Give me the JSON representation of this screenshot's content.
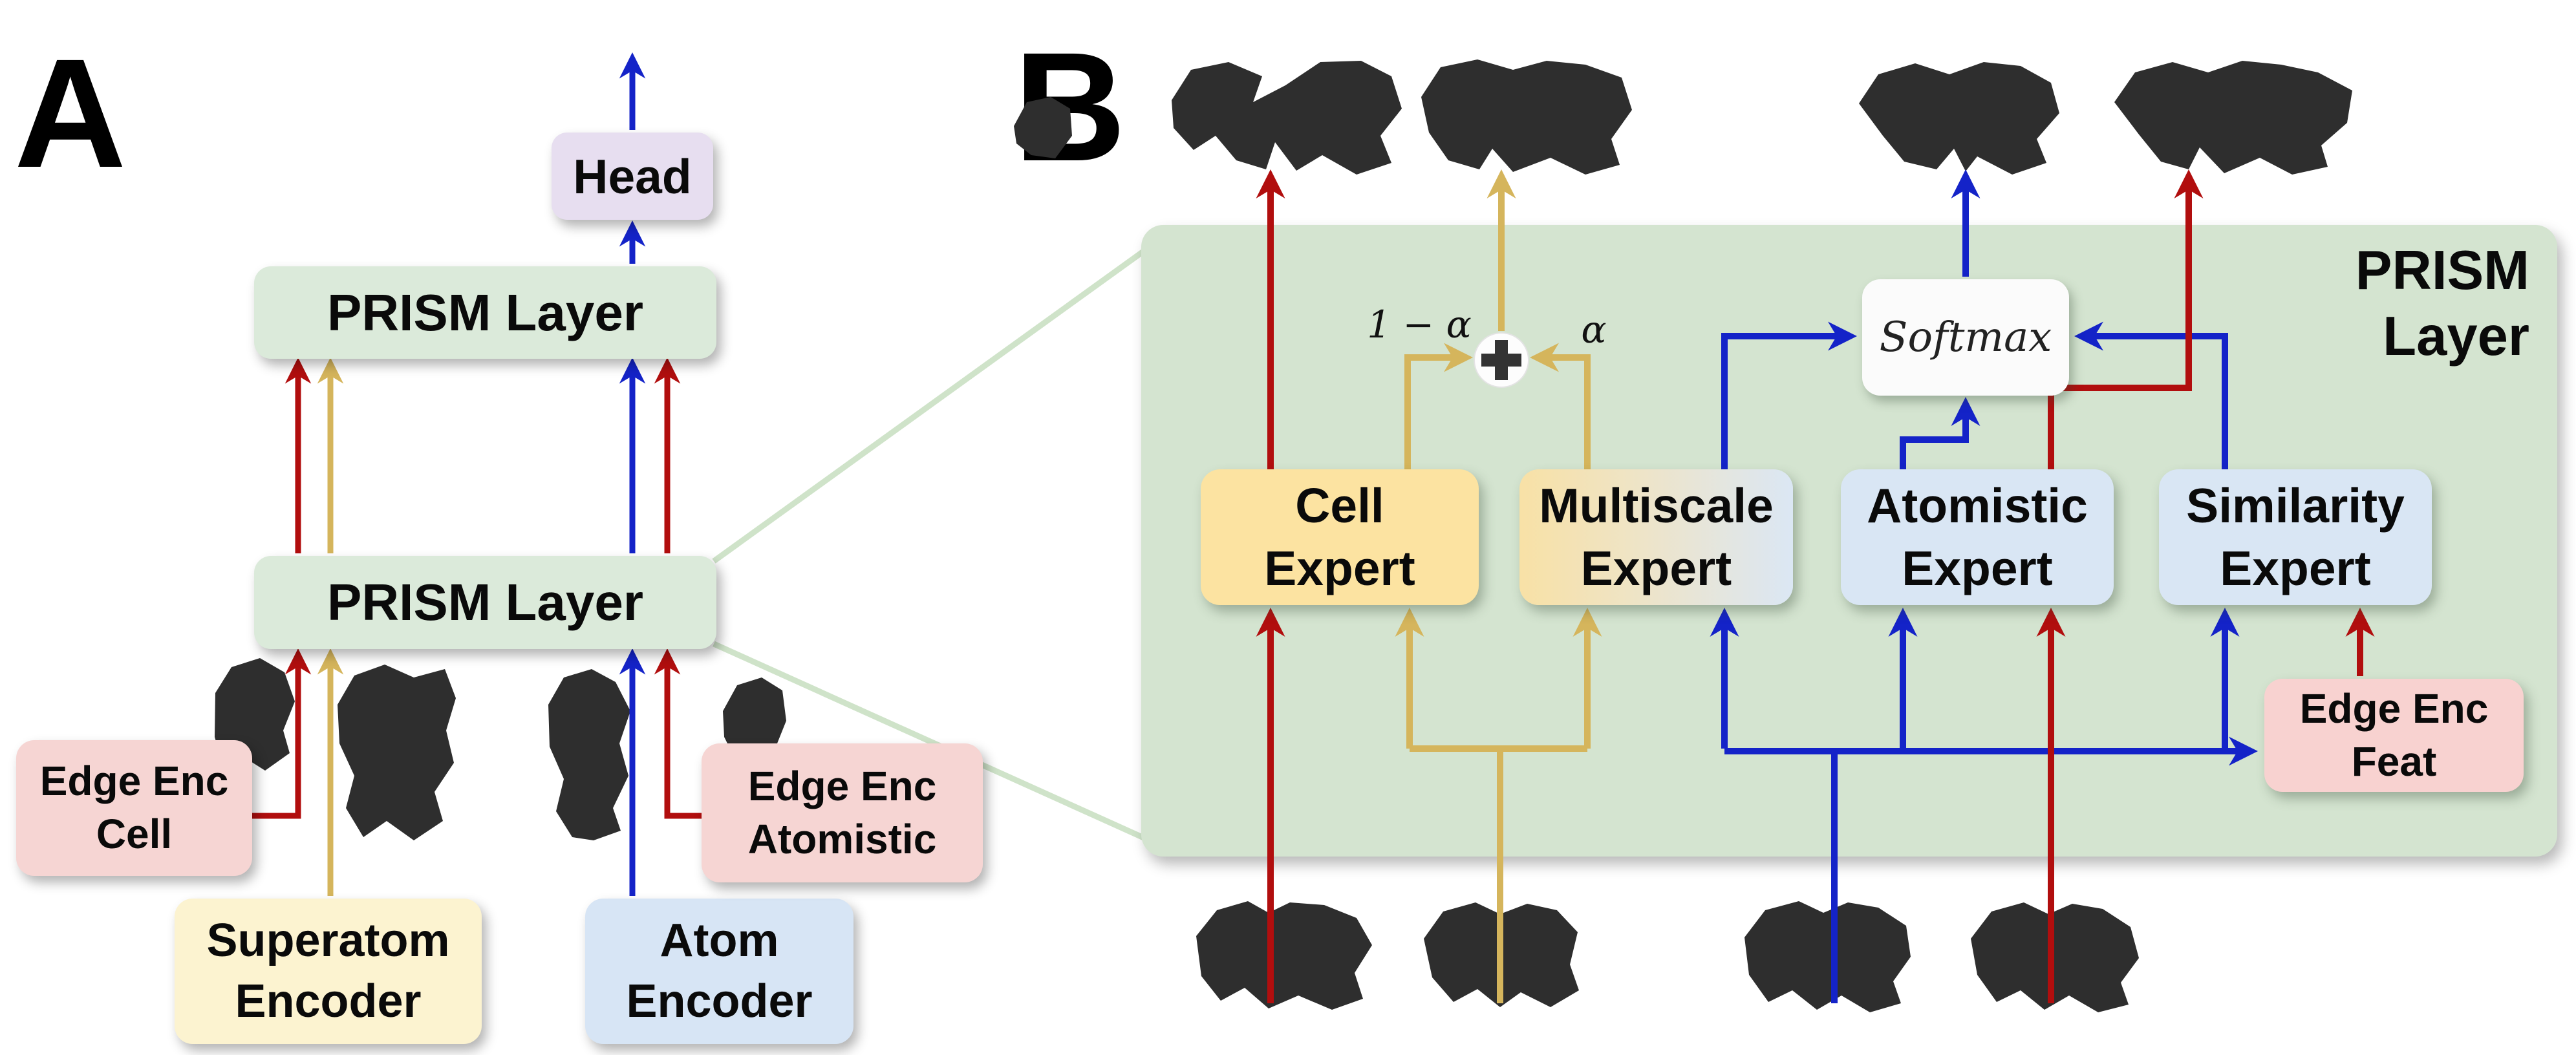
{
  "figure": {
    "panel_a": {
      "label": "A",
      "head": "Head",
      "prism_layer_upper": "PRISM Layer",
      "prism_layer_lower": "PRISM Layer",
      "edge_enc_cell": {
        "line1": "Edge Enc",
        "line2": "Cell"
      },
      "superatom_encoder": {
        "line1": "Superatom",
        "line2": "Encoder"
      },
      "atom_encoder": {
        "line1": "Atom",
        "line2": "Encoder"
      },
      "edge_enc_atomistic": {
        "line1": "Edge Enc",
        "line2": "Atomistic"
      }
    },
    "panel_b": {
      "label": "B",
      "panel_title": {
        "line1": "PRISM",
        "line2": "Layer"
      },
      "cell_expert": {
        "line1": "Cell",
        "line2": "Expert"
      },
      "multiscale_expert": {
        "line1": "Multiscale",
        "line2": "Expert"
      },
      "atomistic_expert": {
        "line1": "Atomistic",
        "line2": "Expert"
      },
      "similarity_expert": {
        "line1": "Similarity",
        "line2": "Expert"
      },
      "softmax": "Softmax",
      "edge_enc_feat": {
        "line1": "Edge Enc",
        "line2": "Feat"
      },
      "gate_labels": {
        "one_minus_alpha": "1 − α",
        "alpha": "α"
      }
    },
    "icons": {
      "plus_merge_icon": "plus-merge-icon",
      "math_scribble": "illegible handwritten math label blobs"
    },
    "colors": {
      "background": "#ffffff",
      "panel_green": "#d4e4d0",
      "layer_box_green": "#dbeada",
      "head_lavender": "#e7def0",
      "pink_box": "#f6d5d3",
      "cream_box": "#fcf3d0",
      "light_blue_box": "#d7e5f5",
      "yellow_expert": "#fce3a1",
      "softmax_white": "#fbfbfb",
      "arrow_red": "#b10e0e",
      "arrow_gold": "#d5b55c",
      "arrow_blue": "#1423c8",
      "scribble_dark": "#2e2e2e",
      "wedge_line_green": "#cfe3c9"
    }
  }
}
